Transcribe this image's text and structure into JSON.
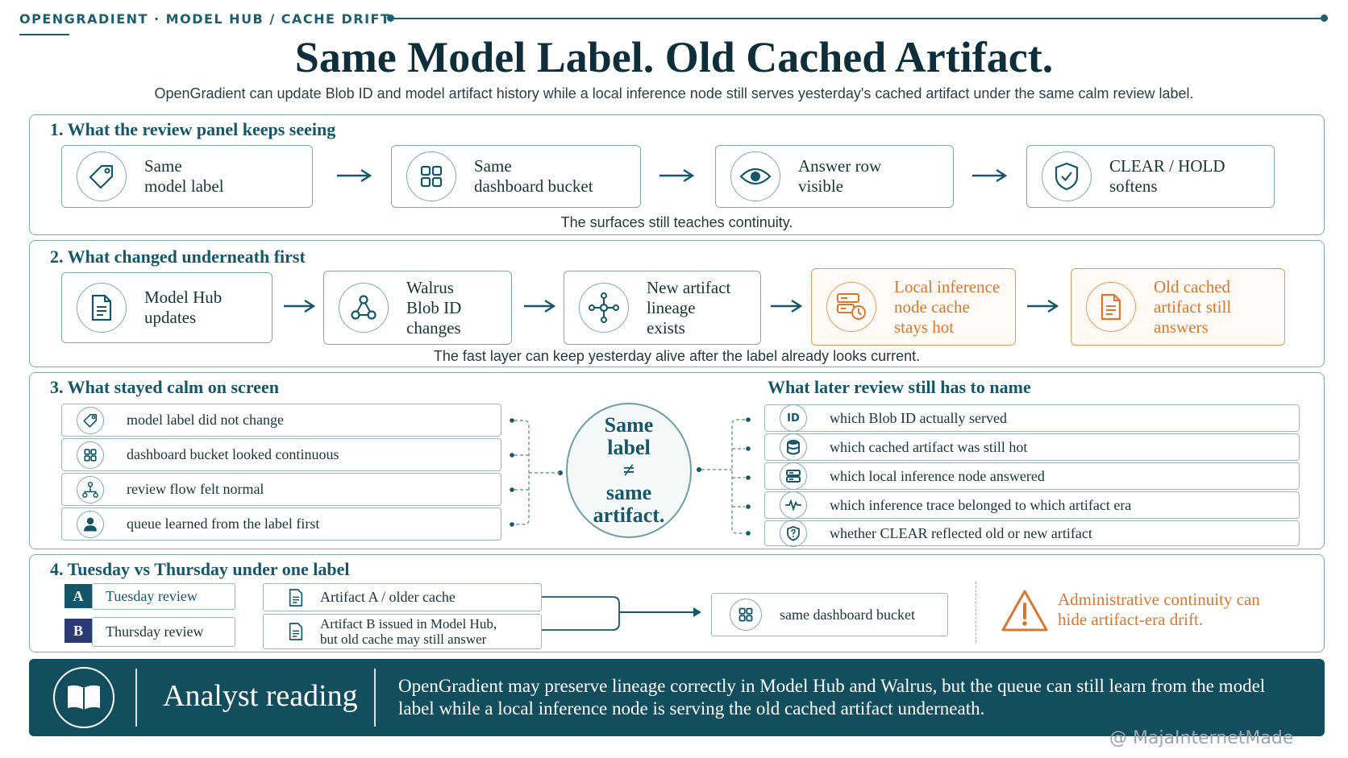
{
  "header": {
    "brand": "OPENGRADIENT · MODEL HUB / CACHE DRIFT",
    "title": "Same Model Label. Old Cached Artifact.",
    "subtitle": "OpenGradient can update Blob ID and model artifact history while a local inference node still serves yesterday's cached artifact under the same calm review label."
  },
  "section1": {
    "title": "1. What the review panel keeps seeing",
    "cards": [
      {
        "l1": "Same",
        "l2": "model label",
        "icon": "tag-icon"
      },
      {
        "l1": "Same",
        "l2": "dashboard bucket",
        "icon": "grid-icon"
      },
      {
        "l1": "Answer row",
        "l2": "visible",
        "icon": "eye-icon"
      },
      {
        "l1": "CLEAR / HOLD",
        "l2": "softens",
        "icon": "shield-check-icon"
      }
    ],
    "caption": "The surfaces still teaches continuity."
  },
  "section2": {
    "title": "2. What changed underneath first",
    "cards": [
      {
        "l1": "Model Hub",
        "l2": "updates",
        "l3": "",
        "icon": "document-icon"
      },
      {
        "l1": "Walrus",
        "l2": "Blob ID",
        "l3": "changes",
        "icon": "network-icon"
      },
      {
        "l1": "New artifact",
        "l2": "lineage",
        "l3": "exists",
        "icon": "lineage-icon"
      },
      {
        "l1": "Local inference",
        "l2": "node cache",
        "l3": "stays hot",
        "icon": "server-clock-icon"
      },
      {
        "l1": "Old cached",
        "l2": "artifact still",
        "l3": "answers",
        "icon": "document-icon"
      }
    ],
    "caption": "The fast layer can keep yesterday alive after the label already looks current."
  },
  "section3": {
    "title": "3. What stayed calm on screen",
    "left_rows": [
      {
        "text": "model label did not change",
        "icon": "tag-icon"
      },
      {
        "text": "dashboard bucket looked continuous",
        "icon": "grid-icon"
      },
      {
        "text": "review flow felt normal",
        "icon": "flow-icon"
      },
      {
        "text": "queue learned from the label first",
        "icon": "people-icon"
      }
    ],
    "center": {
      "l1": "Same",
      "l2": "label",
      "l3": "≠",
      "l4": "same",
      "l5": "artifact."
    },
    "right_title": "What later review still has to name",
    "right_rows": [
      {
        "text": "which Blob ID actually served",
        "icon": "id-icon"
      },
      {
        "text": "which cached artifact was still hot",
        "icon": "database-icon"
      },
      {
        "text": "which local inference node answered",
        "icon": "server-icon"
      },
      {
        "text": "which inference trace belonged to which artifact era",
        "icon": "pulse-icon"
      },
      {
        "text": "whether CLEAR reflected old or new artifact",
        "icon": "shield-question-icon"
      }
    ]
  },
  "section4": {
    "title": "4. Tuesday vs Thursday under one label",
    "reviews": [
      {
        "badge": "A",
        "label": "Tuesday review"
      },
      {
        "badge": "B",
        "label": "Thursday review"
      }
    ],
    "artifacts": [
      {
        "l1": "Artifact A / older cache",
        "l2": ""
      },
      {
        "l1": "Artifact B issued in Model Hub,",
        "l2": "but old cache may still answer"
      }
    ],
    "bucket": "same dashboard bucket",
    "warning_l1": "Administrative continuity can",
    "warning_l2": "hide artifact-era drift."
  },
  "footer": {
    "heading": "Analyst reading",
    "body": "OpenGradient may preserve lineage correctly in Model Hub and Walrus, but the queue can still learn from the model label while a local inference node is serving the old cached artifact underneath."
  },
  "watermark": "@ MajaInternetMade",
  "colors": {
    "teal": "#14576a",
    "border": "#7fa8b4",
    "orange": "#d9772f",
    "footer": "#124e5e",
    "badge_a": "#14576a",
    "badge_b": "#2d3a78"
  }
}
